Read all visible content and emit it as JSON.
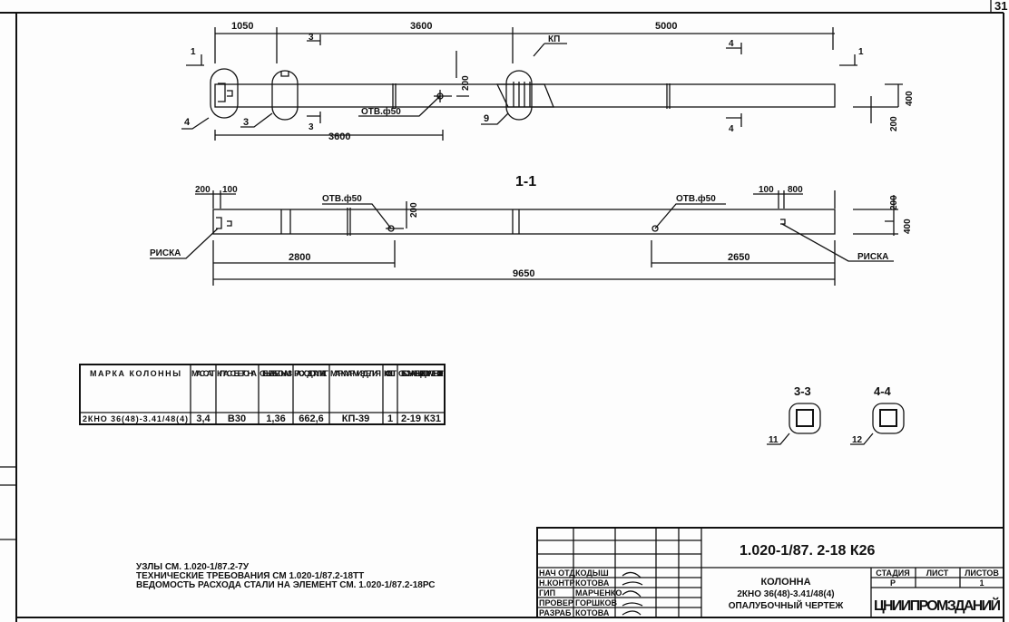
{
  "sheet_number": "31",
  "plan_view": {
    "dims_top": [
      "1050",
      "3600",
      "5000"
    ],
    "dim_bottom": "3600",
    "dim_height_200": "200",
    "dim_right_400": "400",
    "dim_right_200": "200",
    "hole_label": "ОТВ.ф50",
    "callouts": [
      "4",
      "3",
      "9"
    ],
    "kp_label": "КП",
    "section_marks": [
      "1",
      "3",
      "4"
    ]
  },
  "section_1_1": {
    "title": "1-1",
    "dims_top_left": [
      "200",
      "100"
    ],
    "dims_top_right": [
      "100",
      "800"
    ],
    "hole_labels": [
      "ОТВ.ф50",
      "ОТВ.ф50"
    ],
    "dim_200": "200",
    "dim_right_200": "200",
    "dim_right_400": "400",
    "risk_label": "РИСКА",
    "dims_bottom": [
      "2800",
      "2650"
    ],
    "dim_total": "9650"
  },
  "spec_table": {
    "headers": [
      "МАРКА КОЛОННЫ",
      "МАССА Т",
      "КЛАСС БЕТОНА",
      "ОБЪЕМ БЕТОНА М3",
      "РАСХОД СТАЛИ КГ",
      "МАРКА АРМ ИЗДЕЛИЯ",
      "КОЛ ШТ",
      "ОБОЗНАЧЕНИЕ ДОКУМЕНТА 1.020-1/87"
    ],
    "rows": [
      [
        "2КНО 36(48)-3.41/48(4)",
        "3,4",
        "В30",
        "1,36",
        "662,6",
        "КП-39",
        "1",
        "2-19 К31"
      ]
    ]
  },
  "sections": [
    {
      "title": "3-3",
      "callout": "11"
    },
    {
      "title": "4-4",
      "callout": "12"
    }
  ],
  "notes": [
    "УЗЛЫ СМ. 1.020-1/87.2-7У",
    "ТЕХНИЧЕСКИЕ ТРЕБОВАНИЯ СМ 1.020-1/87.2-18ТТ",
    "ВЕДОМОСТЬ РАСХОДА СТАЛИ НА ЭЛЕМЕНТ СМ. 1.020-1/87.2-18РС"
  ],
  "title_block": {
    "doc_code": "1.020-1/87. 2-18 К26",
    "roles": [
      {
        "role": "НАЧ ОТД",
        "name": "КОДЫШ"
      },
      {
        "role": "Н.КОНТР",
        "name": "КОТОВА"
      },
      {
        "role": "ГИП",
        "name": "МАРЧЕНКО"
      },
      {
        "role": "ПРОВЕР",
        "name": "ГОРШКОВ"
      },
      {
        "role": "РАЗРАБ",
        "name": "КОТОВА"
      }
    ],
    "title_lines": [
      "КОЛОННА",
      "2КНО 36(48)-3.41/48(4)",
      "ОПАЛУБОЧНЫЙ ЧЕРТЕЖ"
    ],
    "stage_header": "СТАДИЯ",
    "sheet_header": "ЛИСТ",
    "sheets_header": "ЛИСТОВ",
    "stage": "Р",
    "sheet": "",
    "sheets": "1",
    "organization": "ЦНИИПРОМЗДАНИЙ"
  }
}
